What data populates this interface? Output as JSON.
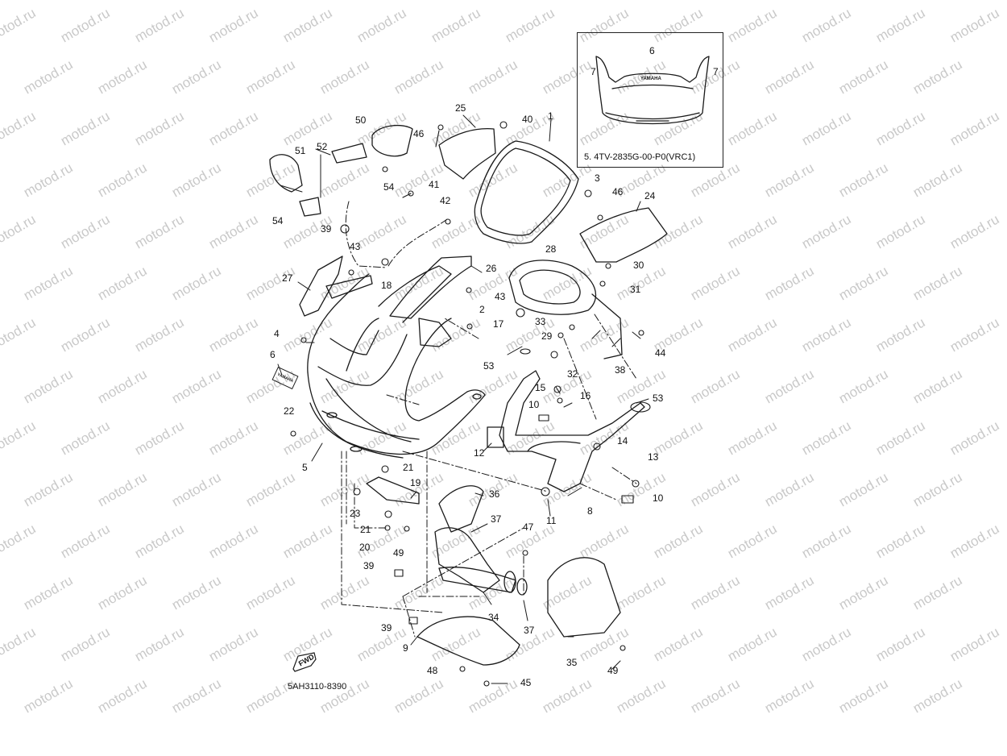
{
  "watermark": "motod.ru",
  "inset": {
    "caption": "5. 4TV-2835G-00-P0(VRC1)",
    "logo_text": "YAMAHA",
    "labels": [
      "6",
      "7",
      "7"
    ]
  },
  "drawing_code": "5AH3110-8390",
  "fwd_label": "FWD",
  "main_logo_text": "YAMAHA",
  "part_labels": [
    {
      "id": "p1",
      "text": "1"
    },
    {
      "id": "p2",
      "text": "2"
    },
    {
      "id": "p3",
      "text": "3"
    },
    {
      "id": "p4",
      "text": "4"
    },
    {
      "id": "p5",
      "text": "5"
    },
    {
      "id": "p6",
      "text": "6"
    },
    {
      "id": "p8",
      "text": "8"
    },
    {
      "id": "p9",
      "text": "9"
    },
    {
      "id": "p10a",
      "text": "10"
    },
    {
      "id": "p10b",
      "text": "10"
    },
    {
      "id": "p11",
      "text": "11"
    },
    {
      "id": "p12",
      "text": "12"
    },
    {
      "id": "p13",
      "text": "13"
    },
    {
      "id": "p14",
      "text": "14"
    },
    {
      "id": "p15",
      "text": "15"
    },
    {
      "id": "p16",
      "text": "16"
    },
    {
      "id": "p17",
      "text": "17"
    },
    {
      "id": "p18",
      "text": "18"
    },
    {
      "id": "p19",
      "text": "19"
    },
    {
      "id": "p20",
      "text": "20"
    },
    {
      "id": "p21a",
      "text": "21"
    },
    {
      "id": "p21b",
      "text": "21"
    },
    {
      "id": "p22",
      "text": "22"
    },
    {
      "id": "p23",
      "text": "23"
    },
    {
      "id": "p24",
      "text": "24"
    },
    {
      "id": "p25",
      "text": "25"
    },
    {
      "id": "p26",
      "text": "26"
    },
    {
      "id": "p27",
      "text": "27"
    },
    {
      "id": "p28",
      "text": "28"
    },
    {
      "id": "p29",
      "text": "29"
    },
    {
      "id": "p30",
      "text": "30"
    },
    {
      "id": "p31",
      "text": "31"
    },
    {
      "id": "p32",
      "text": "32"
    },
    {
      "id": "p33",
      "text": "33"
    },
    {
      "id": "p34",
      "text": "34"
    },
    {
      "id": "p35",
      "text": "35"
    },
    {
      "id": "p36",
      "text": "36"
    },
    {
      "id": "p37a",
      "text": "37"
    },
    {
      "id": "p37b",
      "text": "37"
    },
    {
      "id": "p38",
      "text": "38"
    },
    {
      "id": "p39a",
      "text": "39"
    },
    {
      "id": "p39b",
      "text": "39"
    },
    {
      "id": "p39c",
      "text": "39"
    },
    {
      "id": "p40",
      "text": "40"
    },
    {
      "id": "p41",
      "text": "41"
    },
    {
      "id": "p42",
      "text": "42"
    },
    {
      "id": "p43a",
      "text": "43"
    },
    {
      "id": "p43b",
      "text": "43"
    },
    {
      "id": "p44",
      "text": "44"
    },
    {
      "id": "p45",
      "text": "45"
    },
    {
      "id": "p46a",
      "text": "46"
    },
    {
      "id": "p46b",
      "text": "46"
    },
    {
      "id": "p47",
      "text": "47"
    },
    {
      "id": "p48",
      "text": "48"
    },
    {
      "id": "p49a",
      "text": "49"
    },
    {
      "id": "p49b",
      "text": "49"
    },
    {
      "id": "p50",
      "text": "50"
    },
    {
      "id": "p51",
      "text": "51"
    },
    {
      "id": "p52",
      "text": "52"
    },
    {
      "id": "p53a",
      "text": "53"
    },
    {
      "id": "p53b",
      "text": "53"
    },
    {
      "id": "p54a",
      "text": "54"
    },
    {
      "id": "p54b",
      "text": "54"
    }
  ],
  "colors": {
    "line": "#1a1a1a",
    "watermark": "#c9c9c9",
    "background": "#ffffff"
  }
}
